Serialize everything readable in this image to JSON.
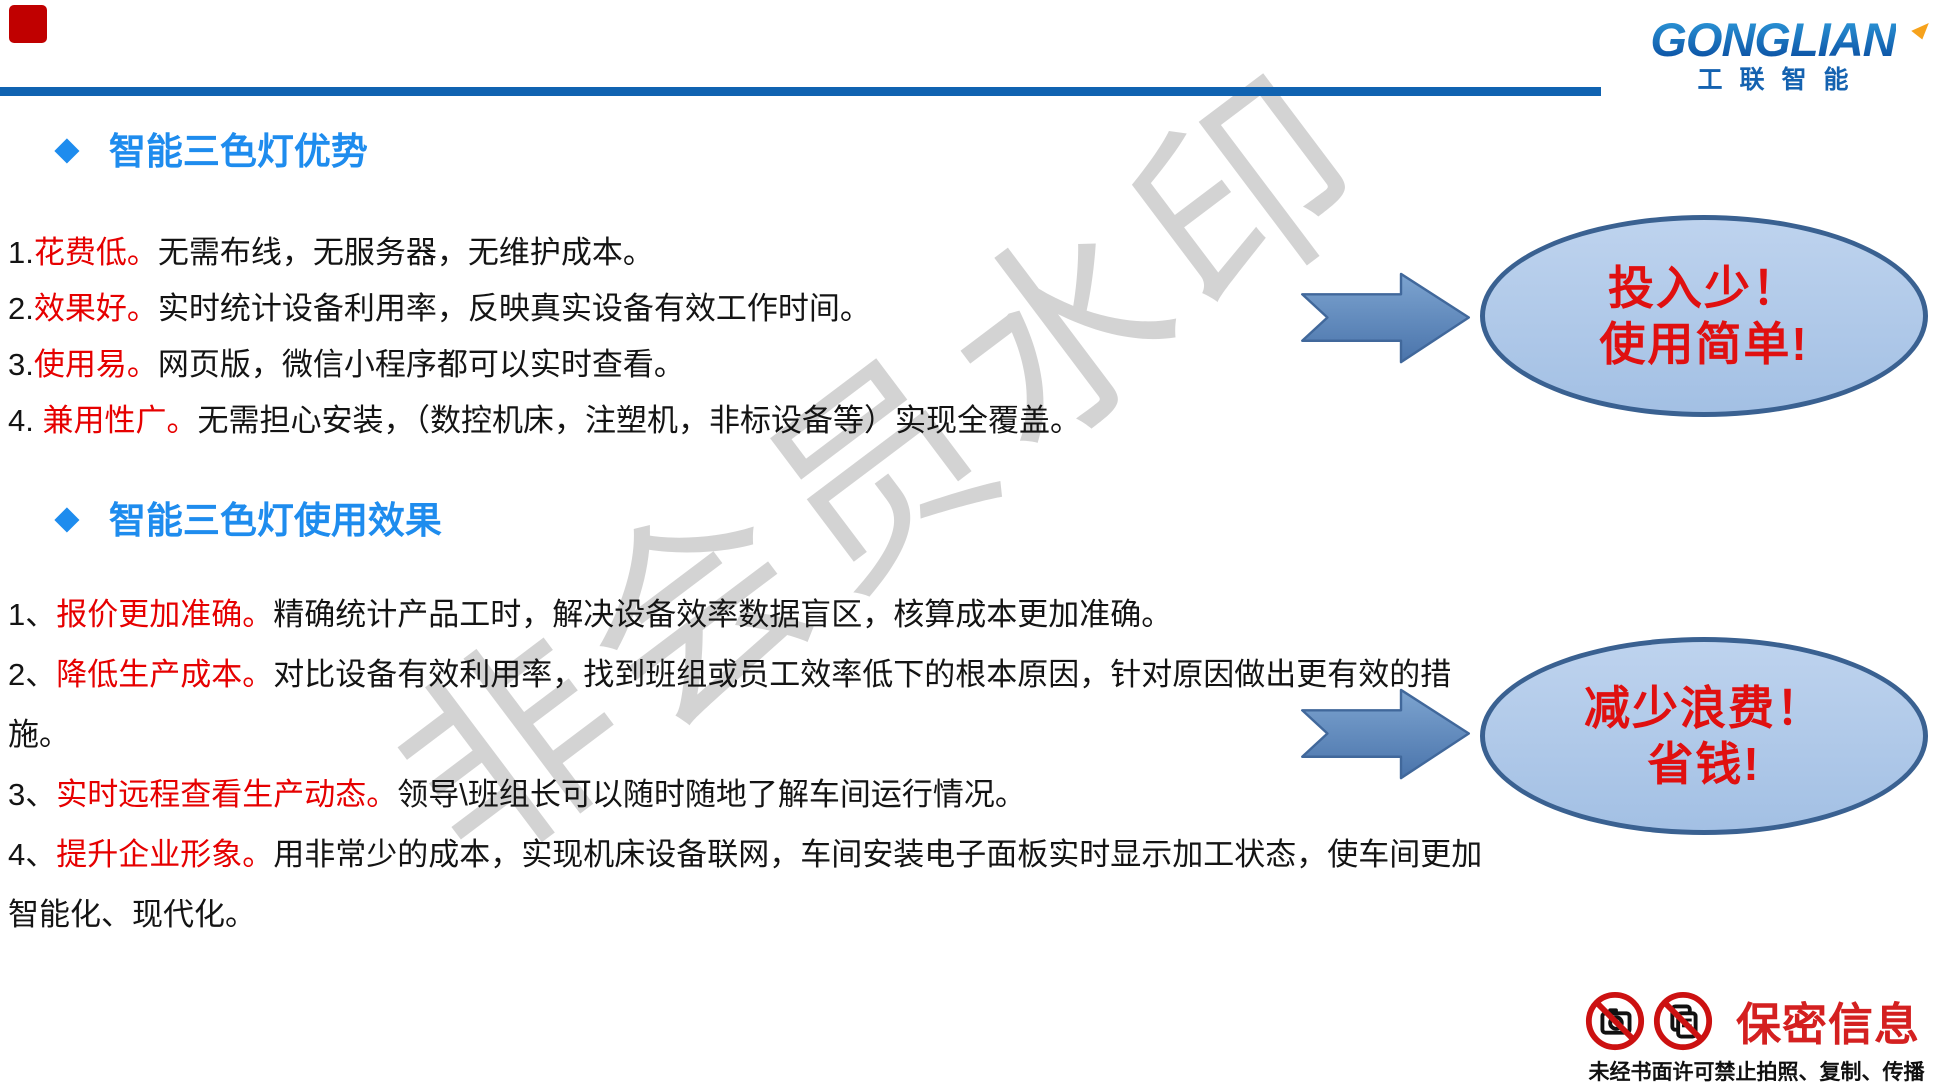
{
  "slide": {
    "logo": {
      "brand": "GONGLIAN",
      "subtitle": "工联智能"
    },
    "watermark": "非会员水印",
    "section1": {
      "title": "智能三色灯优势",
      "bullet": "◆",
      "items": [
        {
          "num": "1.",
          "em": "花费低。",
          "text": "无需布线，无服务器，无维护成本。"
        },
        {
          "num": "2.",
          "em": "效果好。",
          "text": "实时统计设备利用率，反映真实设备有效工作时间。"
        },
        {
          "num": "3.",
          "em": "使用易。",
          "text": "网页版，微信小程序都可以实时查看。"
        },
        {
          "num": "4. ",
          "em": "兼用性广。",
          "text": "无需担心安装，（数控机床，注塑机，非标设备等）实现全覆盖。"
        }
      ],
      "callout": {
        "line1": "投入少！",
        "line2": "使用简单!"
      }
    },
    "section2": {
      "title": "智能三色灯使用效果",
      "bullet": "◆",
      "items": [
        {
          "num": "1、",
          "em": "报价更加准确。",
          "text": "精确统计产品工时，解决设备效率数据盲区，核算成本更加准确。"
        },
        {
          "num": "2、",
          "em": "降低生产成本。",
          "text": "对比设备有效利用率，找到班组或员工效率低下的根本原因，针对原因做出更有效的措施。"
        },
        {
          "num": "3、",
          "em": "实时远程查看生产动态。",
          "text": "领导\\班组长可以随时随地了解车间运行情况。"
        },
        {
          "num": "4、",
          "em": "提升企业形象。",
          "text": "用非常少的成本，实现机床设备联网，车间安装电子面板实时显示加工状态，使车间更加智能化、现代化。"
        }
      ],
      "callout": {
        "line1": "减少浪费！",
        "line2": "省钱!"
      }
    },
    "footer": {
      "title": "保密信息",
      "note": "未经书面许可禁止拍照、复制、传播"
    },
    "colors": {
      "heading_blue": "#1e8cee",
      "rule_blue": "#1063b1",
      "emphasis_red": "#e60000",
      "body_black": "#141414",
      "ellipse_fill": "#aac5e8",
      "ellipse_stroke": "#3a6191",
      "arrow_fill": "#5b86be",
      "arrow_stroke": "#41689b",
      "callout_red": "#e01010",
      "confidential_red": "#d42020",
      "logo_blue": "#1462b0",
      "logo_accent_orange": "#f6a21c",
      "corner_red": "#c00000",
      "watermark_gray": "#cccccc"
    }
  }
}
